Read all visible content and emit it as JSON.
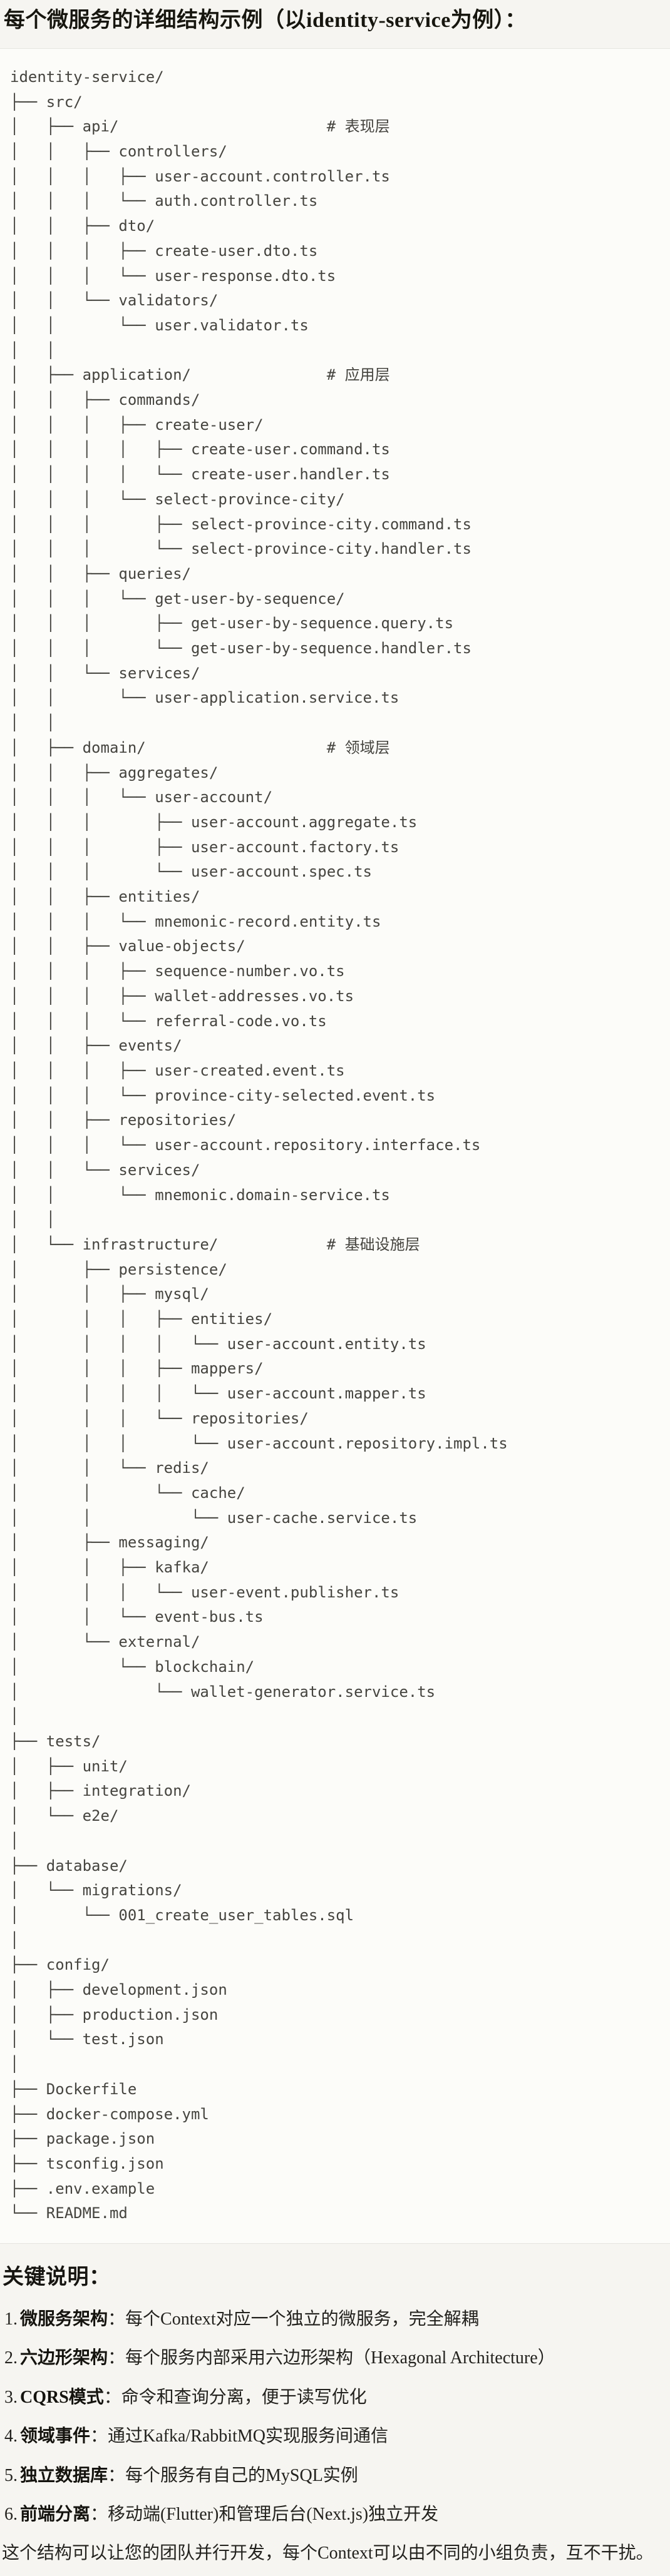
{
  "page": {
    "title": "每个微服务的详细结构示例（以identity-service为例）：",
    "notes_heading": "关键说明：",
    "closing": "这个结构可以让您的团队并行开发，每个Context可以由不同的小组负责，互不干扰。"
  },
  "colors": {
    "page_bg": "#f6f5f1",
    "code_bg": "#fcfcf9",
    "divider": "#e6e5e0",
    "code_text": "#45443f",
    "heading_text": "#17160f",
    "body_text": "#23221e"
  },
  "tree": {
    "root": "identity-service/",
    "layer_comments": [
      "# 表现层",
      "# 应用层",
      "# 领域层",
      "# 基础设施层"
    ],
    "lines": [
      "identity-service/",
      "├── src/",
      "│   ├── api/                       # 表现层",
      "│   │   ├── controllers/",
      "│   │   │   ├── user-account.controller.ts",
      "│   │   │   └── auth.controller.ts",
      "│   │   ├── dto/",
      "│   │   │   ├── create-user.dto.ts",
      "│   │   │   └── user-response.dto.ts",
      "│   │   └── validators/",
      "│   │       └── user.validator.ts",
      "│   │",
      "│   ├── application/               # 应用层",
      "│   │   ├── commands/",
      "│   │   │   ├── create-user/",
      "│   │   │   │   ├── create-user.command.ts",
      "│   │   │   │   └── create-user.handler.ts",
      "│   │   │   └── select-province-city/",
      "│   │   │       ├── select-province-city.command.ts",
      "│   │   │       └── select-province-city.handler.ts",
      "│   │   ├── queries/",
      "│   │   │   └── get-user-by-sequence/",
      "│   │   │       ├── get-user-by-sequence.query.ts",
      "│   │   │       └── get-user-by-sequence.handler.ts",
      "│   │   └── services/",
      "│   │       └── user-application.service.ts",
      "│   │",
      "│   ├── domain/                    # 领域层",
      "│   │   ├── aggregates/",
      "│   │   │   └── user-account/",
      "│   │   │       ├── user-account.aggregate.ts",
      "│   │   │       ├── user-account.factory.ts",
      "│   │   │       └── user-account.spec.ts",
      "│   │   ├── entities/",
      "│   │   │   └── mnemonic-record.entity.ts",
      "│   │   ├── value-objects/",
      "│   │   │   ├── sequence-number.vo.ts",
      "│   │   │   ├── wallet-addresses.vo.ts",
      "│   │   │   └── referral-code.vo.ts",
      "│   │   ├── events/",
      "│   │   │   ├── user-created.event.ts",
      "│   │   │   └── province-city-selected.event.ts",
      "│   │   ├── repositories/",
      "│   │   │   └── user-account.repository.interface.ts",
      "│   │   └── services/",
      "│   │       └── mnemonic.domain-service.ts",
      "│   │",
      "│   └── infrastructure/            # 基础设施层",
      "│       ├── persistence/",
      "│       │   ├── mysql/",
      "│       │   │   ├── entities/",
      "│       │   │   │   └── user-account.entity.ts",
      "│       │   │   ├── mappers/",
      "│       │   │   │   └── user-account.mapper.ts",
      "│       │   │   └── repositories/",
      "│       │   │       └── user-account.repository.impl.ts",
      "│       │   └── redis/",
      "│       │       └── cache/",
      "│       │           └── user-cache.service.ts",
      "│       ├── messaging/",
      "│       │   ├── kafka/",
      "│       │   │   └── user-event.publisher.ts",
      "│       │   └── event-bus.ts",
      "│       └── external/",
      "│           └── blockchain/",
      "│               └── wallet-generator.service.ts",
      "│",
      "├── tests/",
      "│   ├── unit/",
      "│   ├── integration/",
      "│   └── e2e/",
      "│",
      "├── database/",
      "│   └── migrations/",
      "│       └── 001_create_user_tables.sql",
      "│",
      "├── config/",
      "│   ├── development.json",
      "│   ├── production.json",
      "│   └── test.json",
      "│",
      "├── Dockerfile",
      "├── docker-compose.yml",
      "├── package.json",
      "├── tsconfig.json",
      "├── .env.example",
      "└── README.md"
    ]
  },
  "notes": [
    {
      "num": "1.",
      "term": "微服务架构",
      "text": "：每个Context对应一个独立的微服务，完全解耦"
    },
    {
      "num": "2.",
      "term": "六边形架构",
      "text": "：每个服务内部采用六边形架构（Hexagonal Architecture）"
    },
    {
      "num": "3.",
      "term": "CQRS模式",
      "text": "：命令和查询分离，便于读写优化"
    },
    {
      "num": "4.",
      "term": "领域事件",
      "text": "：通过Kafka/RabbitMQ实现服务间通信"
    },
    {
      "num": "5.",
      "term": "独立数据库",
      "text": "：每个服务有自己的MySQL实例"
    },
    {
      "num": "6.",
      "term": "前端分离",
      "text": "：移动端(Flutter)和管理后台(Next.js)独立开发"
    }
  ]
}
